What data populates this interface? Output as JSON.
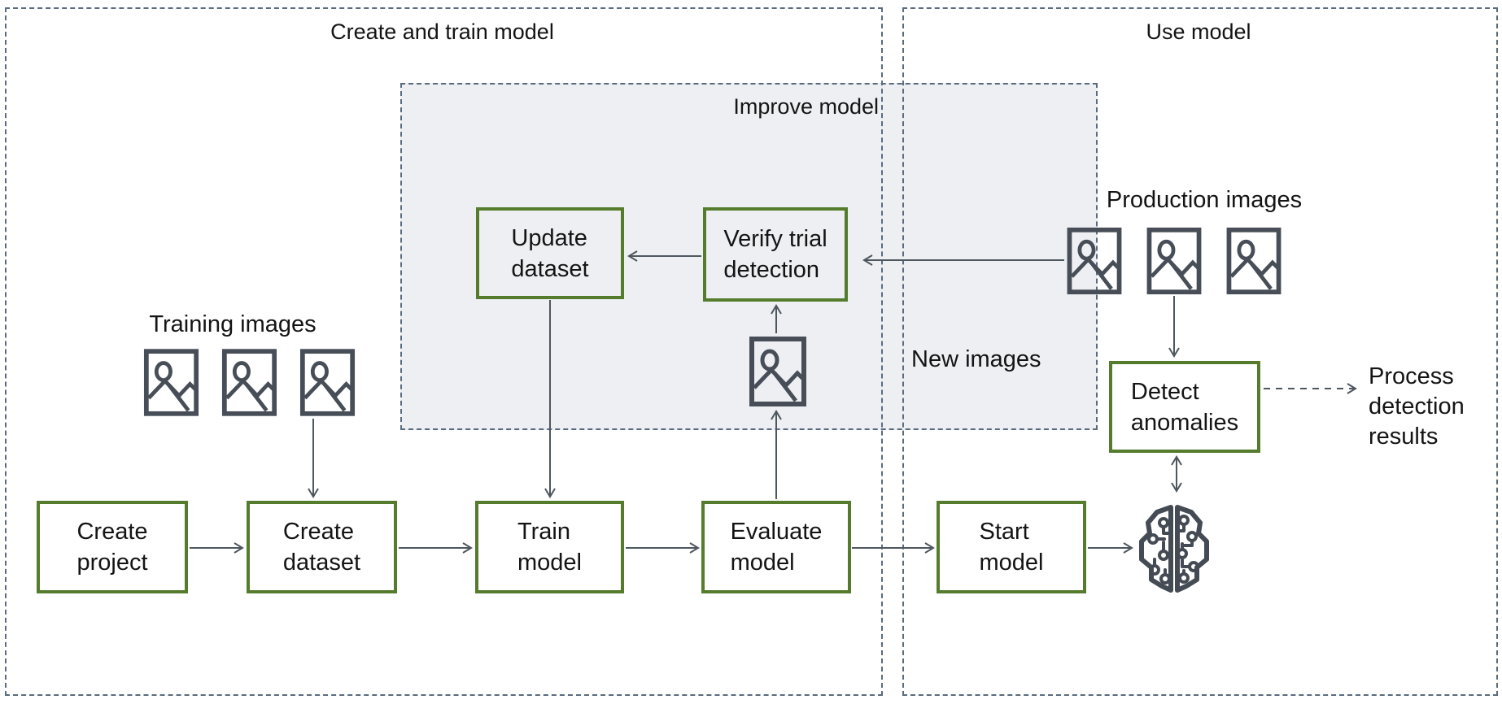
{
  "diagram": {
    "regions": {
      "create_train": "Create and train model",
      "use_model": "Use model",
      "improve_model": "Improve model"
    },
    "nodes": {
      "create_project": "Create\nproject",
      "create_dataset": "Create\ndataset",
      "train_model": "Train\nmodel",
      "evaluate_model": "Evaluate\nmodel",
      "start_model": "Start\nmodel",
      "update_dataset": "Update\ndataset",
      "verify_trial_detection": "Verify trial\ndetection",
      "detect_anomalies": "Detect\nanomalies"
    },
    "labels": {
      "training_images": "Training images",
      "production_images": "Production images",
      "new_images": "New images",
      "process_detection_results": "Process\ndetection\nresults"
    },
    "icons": {
      "image_icon": "image-icon",
      "model_icon": "ml-model-brain-icon"
    },
    "colors": {
      "node_border_green": "#547c2c",
      "region_border_slate": "#5b6b7f",
      "improve_fill": "#edeff3",
      "connector": "#4e565e",
      "icon_stroke": "#474e57",
      "text": "#141414"
    }
  }
}
